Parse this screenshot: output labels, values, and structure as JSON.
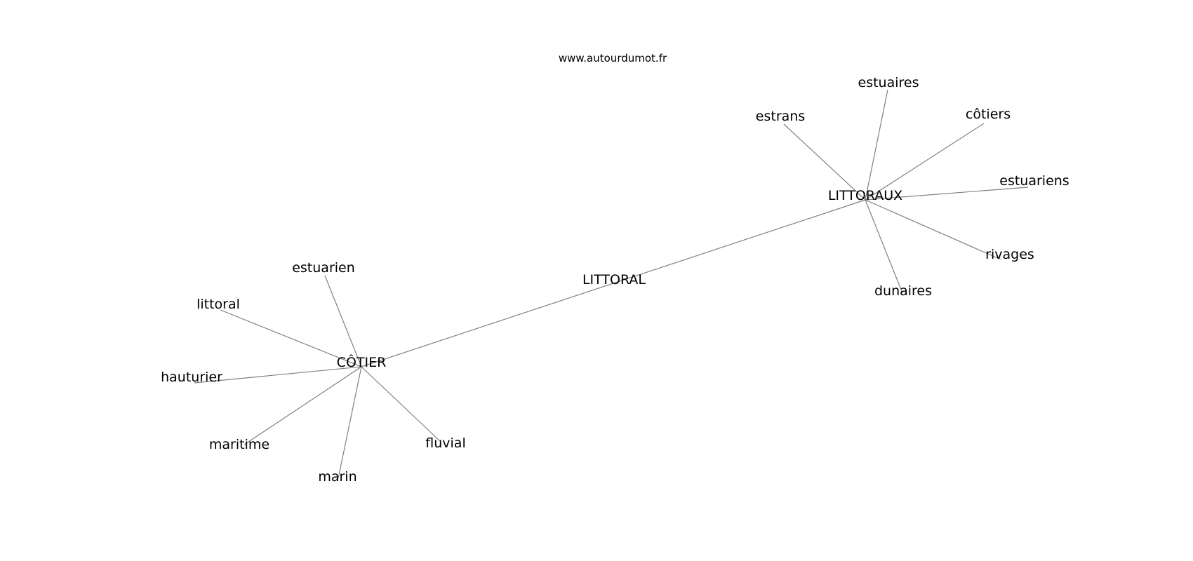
{
  "header": {
    "site": "www.autourdumot.fr"
  },
  "graph": {
    "center": "LITTORAL",
    "nodes": [
      {
        "id": "littoral_center",
        "label": "LITTORAL"
      },
      {
        "id": "cotier_hub",
        "label": "CÔTIER"
      },
      {
        "id": "littoraux_hub",
        "label": "LITTORAUX"
      },
      {
        "id": "estuarien",
        "label": "estuarien"
      },
      {
        "id": "littoral",
        "label": "littoral"
      },
      {
        "id": "hauturier",
        "label": "hauturier"
      },
      {
        "id": "maritime",
        "label": "maritime"
      },
      {
        "id": "marin",
        "label": "marin"
      },
      {
        "id": "fluvial",
        "label": "fluvial"
      },
      {
        "id": "estrans",
        "label": "estrans"
      },
      {
        "id": "estuaires",
        "label": "estuaires"
      },
      {
        "id": "cotiers",
        "label": "côtiers"
      },
      {
        "id": "estuariens",
        "label": "estuariens"
      },
      {
        "id": "rivages",
        "label": "rivages"
      },
      {
        "id": "dunaires",
        "label": "dunaires"
      }
    ],
    "edges": [
      [
        "cotier_hub",
        "littoraux_hub"
      ],
      [
        "cotier_hub",
        "estuarien"
      ],
      [
        "cotier_hub",
        "littoral"
      ],
      [
        "cotier_hub",
        "hauturier"
      ],
      [
        "cotier_hub",
        "maritime"
      ],
      [
        "cotier_hub",
        "marin"
      ],
      [
        "cotier_hub",
        "fluvial"
      ],
      [
        "littoraux_hub",
        "estrans"
      ],
      [
        "littoraux_hub",
        "estuaires"
      ],
      [
        "littoraux_hub",
        "cotiers"
      ],
      [
        "littoraux_hub",
        "estuariens"
      ],
      [
        "littoraux_hub",
        "rivages"
      ],
      [
        "littoraux_hub",
        "dunaires"
      ]
    ]
  }
}
